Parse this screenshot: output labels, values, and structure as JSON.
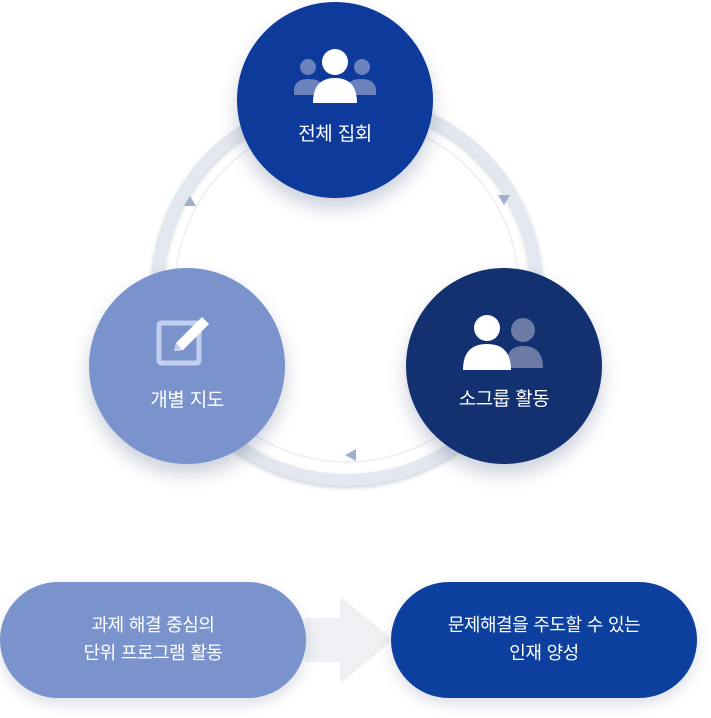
{
  "nodes": {
    "whole": {
      "label": "전체 집회",
      "icon": "group-icon",
      "color": "#0d3a9b"
    },
    "small": {
      "label": "소그룹 활동",
      "icon": "two-people-icon",
      "color": "#133070"
    },
    "individual": {
      "label": "개별 지도",
      "icon": "edit-icon",
      "color": "#7b93cd"
    }
  },
  "outcome": {
    "left": {
      "line1": "과제 해결 중심의",
      "line2": "단위 프로그램 활동",
      "color": "#7b93cd"
    },
    "right": {
      "line1": "문제해결을 주도할 수 있는",
      "line2": "인재 양성",
      "color": "#0c3f9e"
    },
    "arrow_icon": "right-arrow-icon"
  }
}
